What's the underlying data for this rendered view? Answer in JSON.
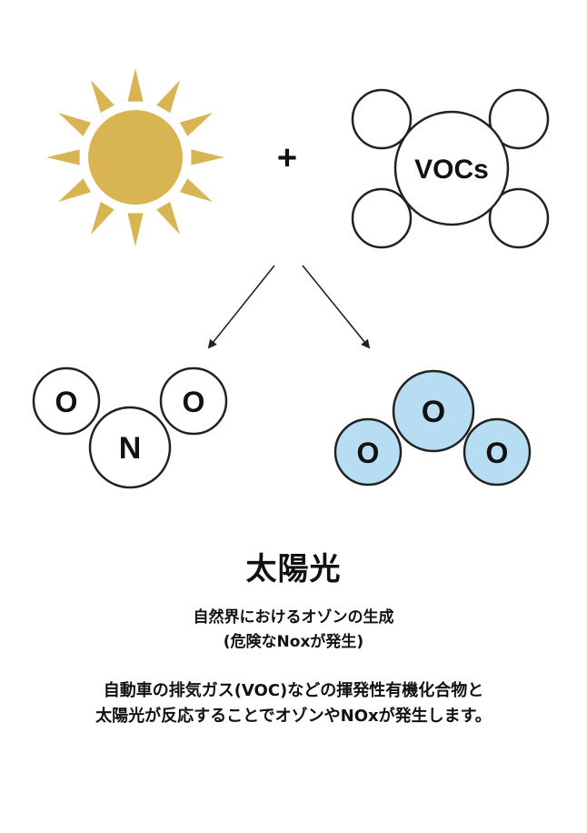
{
  "diagram": {
    "plus_sign": "+",
    "vocs_label": "VOCs",
    "no2_labels": [
      "O",
      "N",
      "O"
    ],
    "ozone_labels": [
      "O",
      "O",
      "O"
    ]
  },
  "colors": {
    "sun": "#D9B452",
    "ozone_fill": "#B7DDF2",
    "line": "#222222"
  },
  "icons": [
    "sun-icon",
    "vocs-molecule-icon",
    "no2-molecule-icon",
    "ozone-molecule-icon",
    "arrow-icon"
  ],
  "text": {
    "title": "太陽光",
    "subtitle_line1": "自然界におけるオゾンの生成",
    "subtitle_line2": "(危険なNoxが発生)",
    "desc_line1": "自動車の排気ガス(VOC)などの揮発性有機化合物と",
    "desc_line2": "太陽光が反応することでオゾンやNOxが発生します。"
  }
}
